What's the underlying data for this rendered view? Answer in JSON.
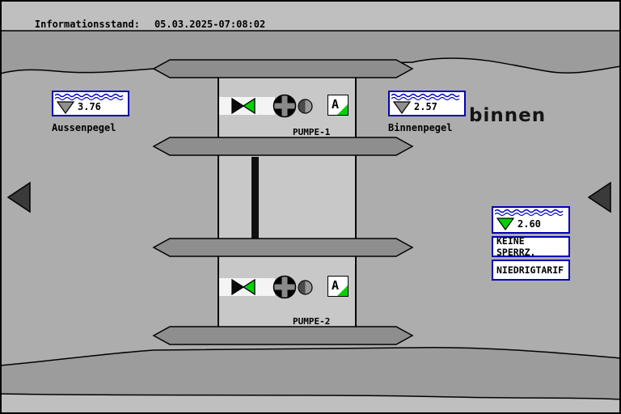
{
  "header": {
    "label": "Informationsstand:",
    "timestamp": "05.03.2025-07:08:02"
  },
  "logo": "binnen",
  "gauges": {
    "aussenpegel": {
      "value": "3.76",
      "label": "Aussenpegel"
    },
    "binnenpegel": {
      "value": "2.57",
      "label": "Binnenpegel"
    },
    "binnen_wasserstand": {
      "value": "2.60"
    }
  },
  "status": {
    "sperrzeit": "KEINE SPERRZ.",
    "tarif": "NIEDRIGTARIF"
  },
  "pumps": [
    {
      "label": "PUMPE-1",
      "mode": "A"
    },
    {
      "label": "PUMPE-2",
      "mode": "A"
    }
  ],
  "colors": {
    "accent_blue": "#0000b4",
    "signal_green": "#00d200",
    "background_gray": "#adadad",
    "bank_gray": "#9c9c9c",
    "chamber_gray": "#c8c8c8"
  }
}
